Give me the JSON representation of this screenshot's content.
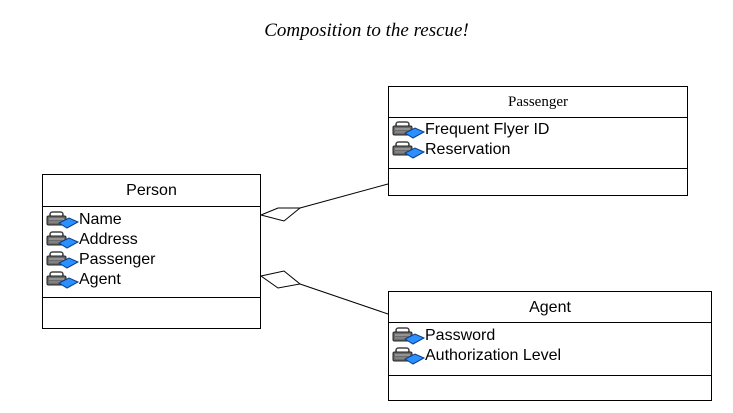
{
  "title": "Composition to the rescue!",
  "classes": {
    "person": {
      "name": "Person",
      "attributes": [
        "Name",
        "Address",
        "Passenger",
        "Agent"
      ]
    },
    "passenger": {
      "name": "Passenger",
      "attributes": [
        "Frequent Flyer ID",
        "Reservation"
      ]
    },
    "agent": {
      "name": "Agent",
      "attributes": [
        "Password",
        "Authorization Level"
      ]
    }
  },
  "relationships": [
    {
      "from": "person",
      "to": "passenger",
      "type": "composition"
    },
    {
      "from": "person",
      "to": "agent",
      "type": "composition"
    }
  ],
  "icons": {
    "attribute": "attribute-icon",
    "colors": {
      "lock": "#5a5a5a",
      "tag": "#1e90ff"
    }
  }
}
